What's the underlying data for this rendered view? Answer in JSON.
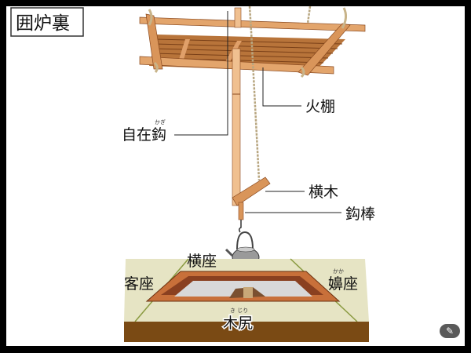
{
  "title": "囲炉裏",
  "labels": {
    "hidana": "火棚",
    "jizaikagi": "自在鈎",
    "jizaikagi_furigana": "かぎ",
    "yokogi": "横木",
    "kagibo": "鈎棒",
    "yokoza": "横座",
    "kyakuza": "客座",
    "kakaza": "嬶座",
    "kakaza_furigana": "かか",
    "kijiri": "木尻",
    "kijiri_furigana": "き じり"
  },
  "icons": {
    "edit_button": "edit-off-icon"
  },
  "colors": {
    "wood": "#d9955a",
    "wood_dark": "#8a4a20",
    "tatami": "#e6e4c4",
    "floor": "#7a4a14",
    "frame": "#c8703a"
  }
}
